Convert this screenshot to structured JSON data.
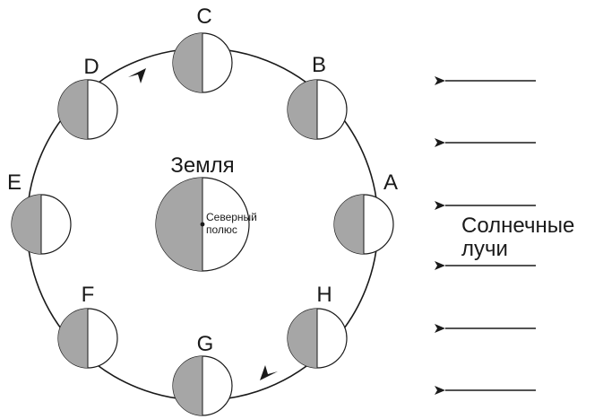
{
  "colors": {
    "shade": "#a6a6a6",
    "stroke": "#1a1a1a",
    "lit": "#ffffff"
  },
  "earth": {
    "title": "Земля",
    "pole_line1": "Северный",
    "pole_line2": "полюс"
  },
  "moon_labels": {
    "a": "A",
    "b": "B",
    "c": "C",
    "d": "D",
    "e": "E",
    "f": "F",
    "g": "G",
    "h": "H"
  },
  "sun": {
    "line1": "Солнечные",
    "line2": "лучи",
    "direction": "right-to-left"
  },
  "orbit": {
    "direction": "counter-clockwise"
  }
}
